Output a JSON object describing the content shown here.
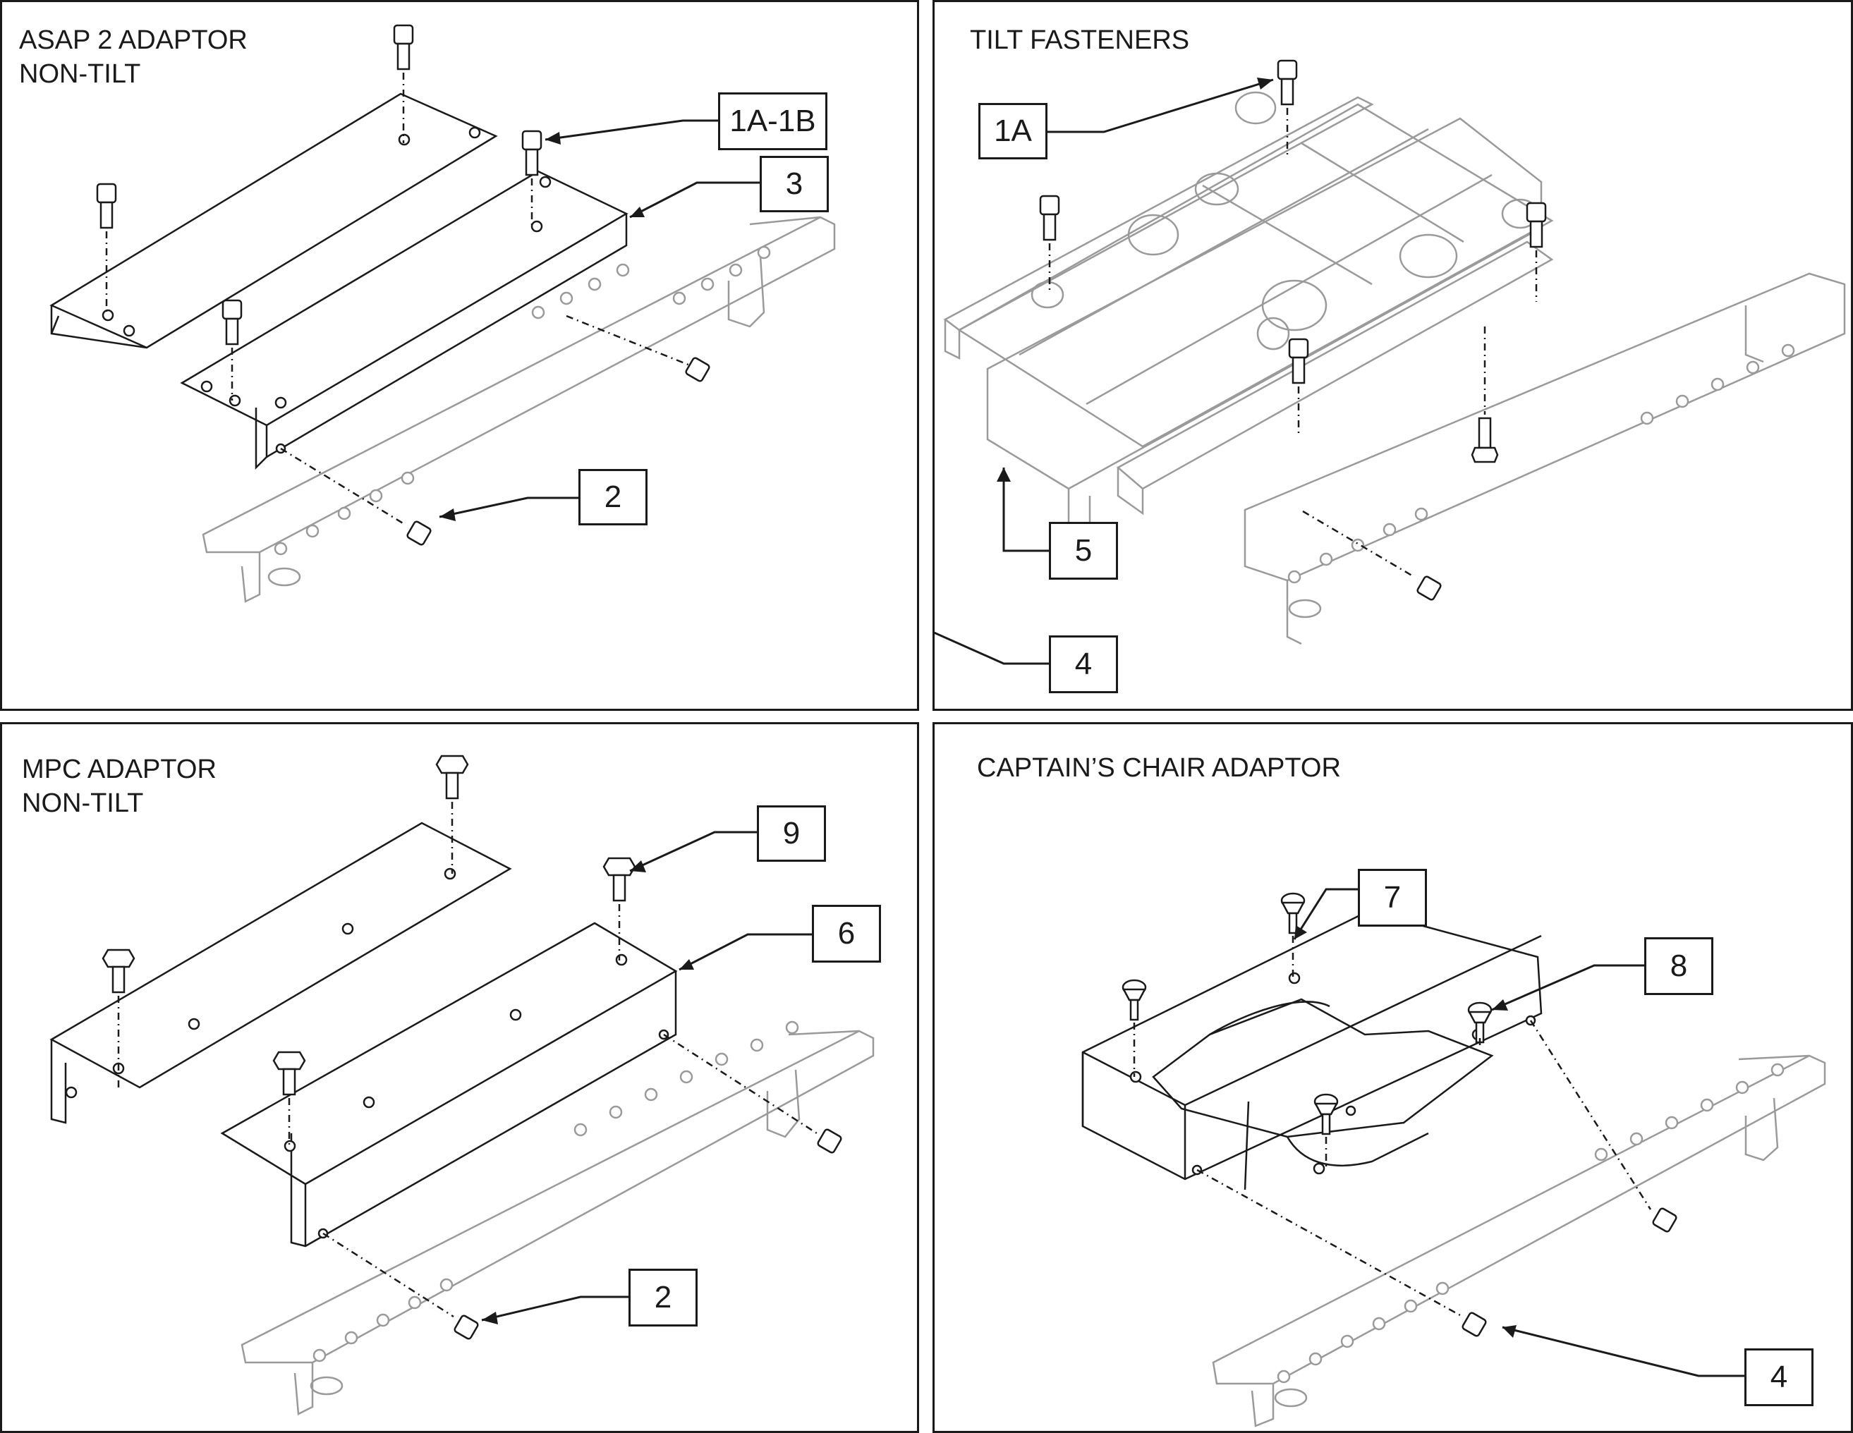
{
  "panels": [
    {
      "id": "asap2",
      "title": "ASAP 2 ADAPTOR\nNON-TILT",
      "callouts": [
        "1A-1B",
        "3",
        "2"
      ]
    },
    {
      "id": "tilt",
      "title": "TILT FASTENERS",
      "callouts": [
        "1A",
        "5",
        "4"
      ]
    },
    {
      "id": "mpc",
      "title": "MPC ADAPTOR\nNON-TILT",
      "callouts": [
        "9",
        "6",
        "2"
      ]
    },
    {
      "id": "captain",
      "title": "CAPTAIN’S CHAIR ADAPTOR",
      "callouts": [
        "7",
        "8",
        "4"
      ]
    }
  ]
}
